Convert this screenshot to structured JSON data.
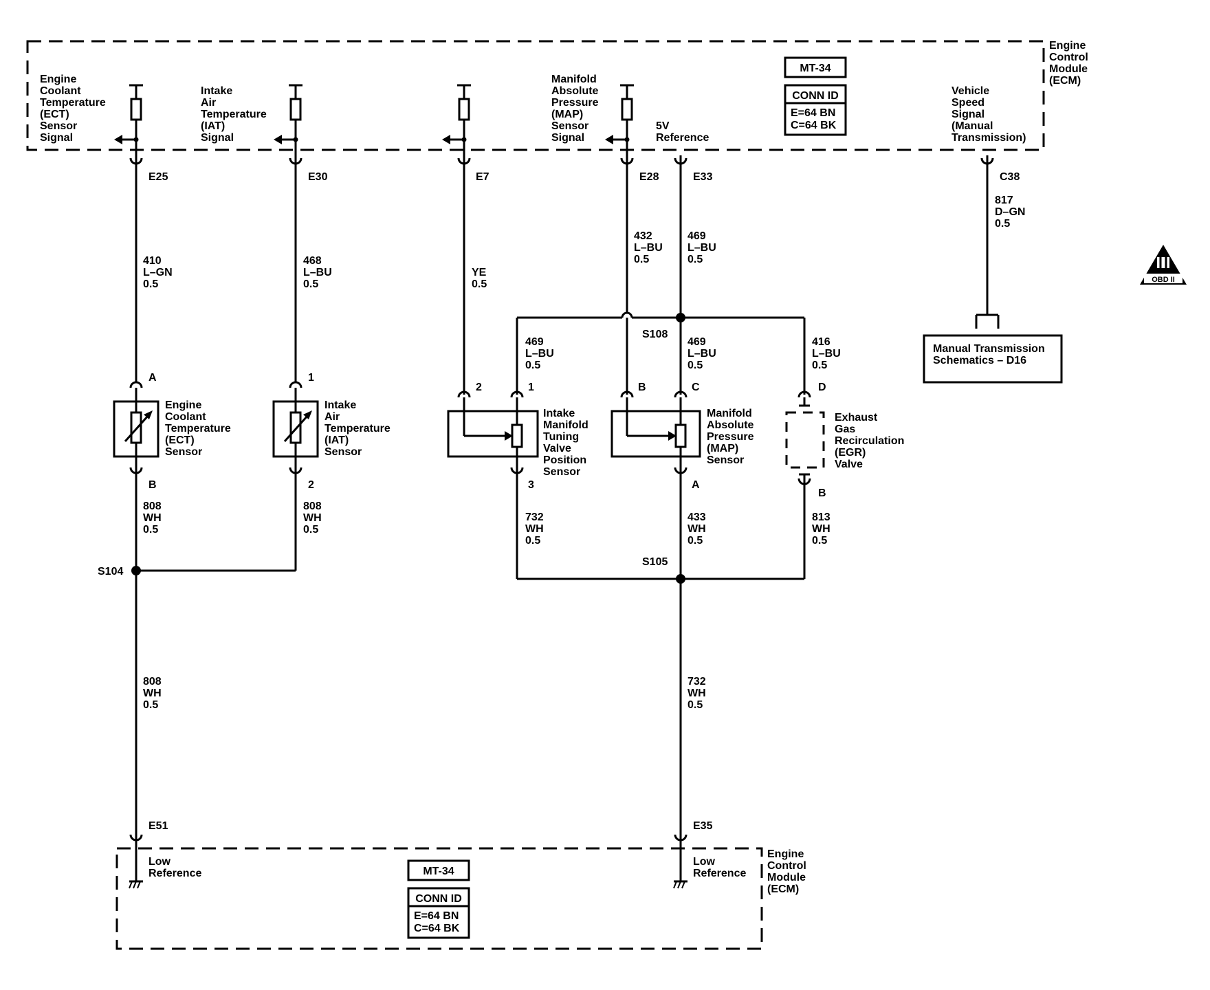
{
  "top_ecm": {
    "module_label": [
      "Engine",
      "Control",
      "Module",
      "(ECM)"
    ],
    "mt_ref": "MT-34",
    "conn_id_title": "CONN ID",
    "conn_id_lines": [
      "E=64 BN",
      "C=64 BK"
    ],
    "signals": {
      "ect": [
        "Engine",
        "Coolant",
        "Temperature",
        "(ECT)",
        "Sensor",
        "Signal"
      ],
      "iat": [
        "Intake",
        "Air",
        "Temperature",
        "(IAT)",
        "Signal"
      ],
      "map": [
        "Manifold",
        "Absolute",
        "Pressure",
        "(MAP)",
        "Sensor",
        "Signal"
      ],
      "ref5v": [
        "5V",
        "Reference"
      ],
      "vss": [
        "Vehicle",
        "Speed",
        "Signal",
        "(Manual",
        "Transmission)"
      ]
    },
    "pins": {
      "ect": "E25",
      "iat": "E30",
      "imtv": "E7",
      "map": "E28",
      "ref5v": "E33",
      "vss": "C38"
    }
  },
  "wires": {
    "w410": [
      "410",
      "L–GN",
      "0.5"
    ],
    "w468": [
      "468",
      "L–BU",
      "0.5"
    ],
    "wye": [
      "YE",
      "0.5"
    ],
    "w432": [
      "432",
      "L–BU",
      "0.5"
    ],
    "w469_top": [
      "469",
      "L–BU",
      "0.5"
    ],
    "w817": [
      "817",
      "D–GN",
      "0.5"
    ],
    "w469_imtv": [
      "469",
      "L–BU",
      "0.5"
    ],
    "w469_map": [
      "469",
      "L–BU",
      "0.5"
    ],
    "w416": [
      "416",
      "L–BU",
      "0.5"
    ],
    "w808_ect": [
      "808",
      "WH",
      "0.5"
    ],
    "w808_iat": [
      "808",
      "WH",
      "0.5"
    ],
    "w732_imtv": [
      "732",
      "WH",
      "0.5"
    ],
    "w433": [
      "433",
      "WH",
      "0.5"
    ],
    "w813": [
      "813",
      "WH",
      "0.5"
    ],
    "w808_low": [
      "808",
      "WH",
      "0.5"
    ],
    "w732_low": [
      "732",
      "WH",
      "0.5"
    ]
  },
  "splices": {
    "s108": "S108",
    "s104": "S104",
    "s105": "S105"
  },
  "components": {
    "ect": {
      "label": [
        "Engine",
        "Coolant",
        "Temperature",
        "(ECT)",
        "Sensor"
      ],
      "pin_top": "A",
      "pin_bottom": "B"
    },
    "iat": {
      "label": [
        "Intake",
        "Air",
        "Temperature",
        "(IAT)",
        "Sensor"
      ],
      "pin_top": "1",
      "pin_bottom": "2"
    },
    "imtv": {
      "label": [
        "Intake",
        "Manifold",
        "Tuning",
        "Valve",
        "Position",
        "Sensor"
      ],
      "pin_sig": "2",
      "pin_ref": "1",
      "pin_low": "3"
    },
    "map": {
      "label": [
        "Manifold",
        "Absolute",
        "Pressure",
        "(MAP)",
        "Sensor"
      ],
      "pin_sig": "B",
      "pin_ref": "C",
      "pin_low": "A"
    },
    "egr": {
      "label": [
        "Exhaust",
        "Gas",
        "Recirculation",
        "(EGR)",
        "Valve"
      ],
      "pin_top": "D",
      "pin_bottom": "B"
    }
  },
  "manual_trans": {
    "label": [
      "Manual Transmission",
      "Schematics  – D16"
    ]
  },
  "obd_badge": {
    "text": "OBD II"
  },
  "bottom_ecm": {
    "module_label": [
      "Engine",
      "Control",
      "Module",
      "(ECM)"
    ],
    "mt_ref": "MT-34",
    "conn_id_title": "CONN ID",
    "conn_id_lines": [
      "E=64 BN",
      "C=64 BK"
    ],
    "pins": {
      "low1": "E51",
      "low2": "E35"
    },
    "low_ref_1": [
      "Low",
      "Reference"
    ],
    "low_ref_2": [
      "Low",
      "Reference"
    ]
  }
}
